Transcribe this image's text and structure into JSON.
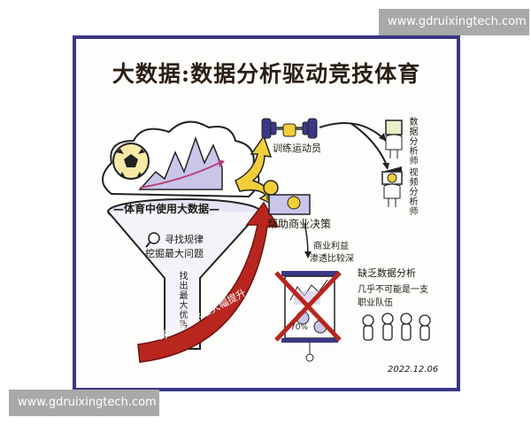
{
  "watermarks": {
    "top": "www.gdruixingtech.com",
    "bottom": "www.gdruixingtech.com"
  },
  "infographic": {
    "title": "大数据:数据分析驱动竞技体育",
    "cloud_label": "—体育中使用大数据—",
    "funnel": {
      "search_label": "寻找规律",
      "dig_label": "挖掘最大问题",
      "spout_label": "找出最大优势"
    },
    "red_arrow_label": "球队竞技水准大幅提升",
    "branches": {
      "train": "训练运动员",
      "business": "帮助商业决策",
      "business_note_line1": "商业利益",
      "business_note_line2": "渗透比较深"
    },
    "roles": {
      "data_analyst": "数据分析师",
      "video_analyst": "视频分析师"
    },
    "chart_percent": "70%",
    "lacking_line1": "缺乏数据分析",
    "lacking_line2": "几乎不可能是一支",
    "lacking_line3": "职业队伍",
    "date": "2022.12.06"
  },
  "colors": {
    "frame_border": "#3b3786",
    "arrow_red": "#b8261f",
    "arrow_yellow": "#f2cf3a",
    "chart_fill": "#c9c6ea",
    "watermark_bg": "#a9a9a9"
  },
  "icons": [
    "soccer-ball-icon",
    "dumbbell-icon",
    "lightbulb-icon",
    "money-icon",
    "magnifier-icon",
    "whiteboard-icon",
    "clapperboard-icon",
    "people-icon"
  ]
}
